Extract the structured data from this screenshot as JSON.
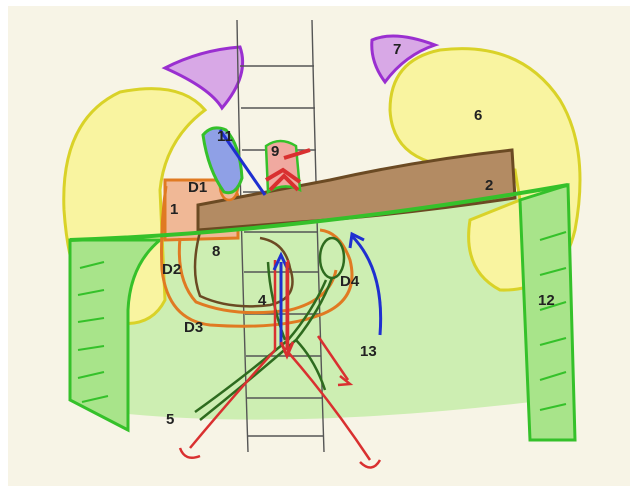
{
  "labels": {
    "l1": "1",
    "l2": "2",
    "l4": "4",
    "l5": "5",
    "l6": "6",
    "l7": "7",
    "l8": "8",
    "l9": "9",
    "l11": "11",
    "l12": "12",
    "l13": "13",
    "d1": "D1",
    "d2": "D2",
    "d3": "D3",
    "d4": "D4"
  },
  "colors": {
    "paper": "#f7f4e6",
    "kidney_fill": "#f9f4a0",
    "kidney_stroke": "#d9d228",
    "adrenal_fill": "#d8a8e6",
    "adrenal_stroke": "#9a2fd0",
    "colon_fill": "#cdeeb2",
    "colon_stroke": "#35c12a",
    "pancreas_fill": "#b38b63",
    "pancreas_stroke": "#6b4a23",
    "duodenum_stroke": "#e07a22",
    "duodenum_fill": "#f0b896",
    "vessel_dark_green": "#2e6b1f",
    "vessel_red": "#d93030",
    "vessel_blue": "#1f2fd0",
    "vertebra_stroke": "#555555"
  }
}
